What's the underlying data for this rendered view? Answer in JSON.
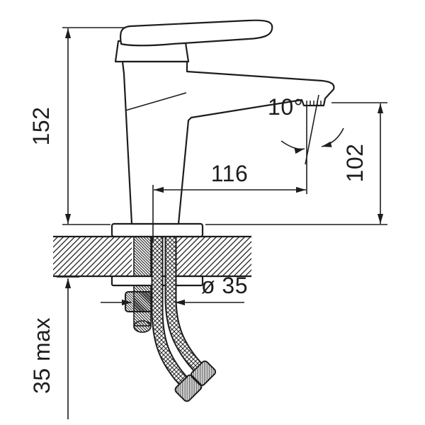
{
  "page": {
    "background": "#ffffff",
    "line_color": "#1d1d1d"
  },
  "drawing": {
    "type": "technical-drawing",
    "subject": "single-lever basin mixer faucet side view with mounting cross-section",
    "dimensions": {
      "total_height": "152",
      "spout_reach": "116",
      "spout_height": "102",
      "spout_angle": "10°",
      "hole_diameter": "ø 35",
      "max_deck_thickness": "35 max"
    }
  }
}
